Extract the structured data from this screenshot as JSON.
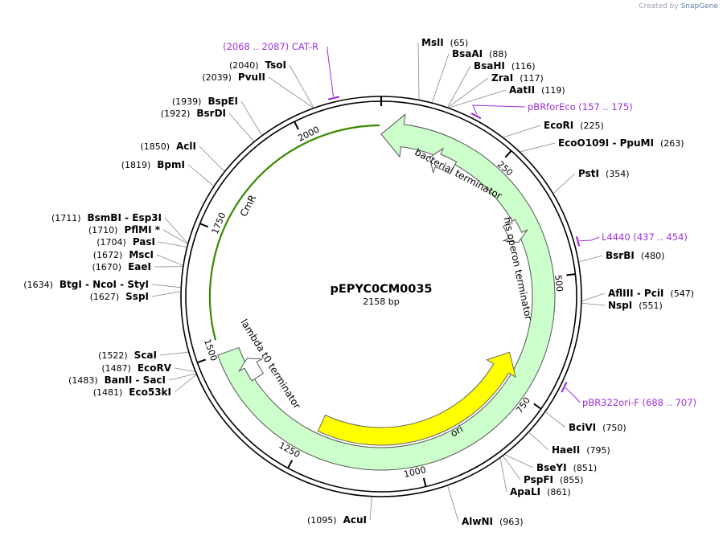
{
  "watermark": {
    "prefix": "Created by",
    "brand": "SnapGene"
  },
  "plasmid": {
    "name": "pEPYC0CM0035",
    "size_label": "2158 bp",
    "length": 2158
  },
  "colors": {
    "primer": "#9b30d9",
    "cmr_fill": "#ccffcc",
    "cmr_stroke": "#3a8a00",
    "ori_fill": "#ffff00",
    "terminator_fill": "#ffffff"
  },
  "ticks": [
    "250",
    "500",
    "750",
    "1000",
    "1250",
    "1500",
    "1750",
    "2000"
  ],
  "tick_values": [
    250,
    500,
    750,
    1000,
    1250,
    1500,
    1750,
    2000
  ],
  "features": [
    {
      "name": "CmR",
      "start": 0,
      "end": 1500,
      "type": "cds",
      "direction": "reverse"
    },
    {
      "name": "ori",
      "start": 680,
      "end": 1230,
      "type": "rep_origin",
      "direction": "reverse"
    },
    {
      "name": "bacterial terminator",
      "start": 115,
      "end": 175,
      "type": "terminator",
      "direction": "reverse"
    },
    {
      "name": "his operon terminator",
      "start": 360,
      "end": 410,
      "type": "terminator",
      "direction": "forward"
    },
    {
      "name": "lambda t0 terminator",
      "start": 1420,
      "end": 1470,
      "type": "terminator",
      "direction": "forward"
    }
  ],
  "primers": [
    {
      "name": "CAT-R",
      "range": "(2068 .. 2087)",
      "start": 2068,
      "end": 2087
    },
    {
      "name": "pBRforEco",
      "range": "(157 .. 175)",
      "start": 157,
      "end": 175
    },
    {
      "name": "L4440",
      "range": "(437 .. 454)",
      "start": 437,
      "end": 454
    },
    {
      "name": "pBR322ori-F",
      "range": "(688 .. 707)",
      "start": 688,
      "end": 707
    }
  ],
  "sites": [
    {
      "label": "MslI",
      "pos": "(65)",
      "at": 65
    },
    {
      "label": "BsaAI",
      "pos": "(88)",
      "at": 88
    },
    {
      "label": "BsaHI",
      "pos": "(116)",
      "at": 116
    },
    {
      "label": "ZraI",
      "pos": "(117)",
      "at": 117
    },
    {
      "label": "AatII",
      "pos": "(119)",
      "at": 119
    },
    {
      "label": "EcoRI",
      "pos": "(225)",
      "at": 225
    },
    {
      "label": "EcoO109I  - PpuMI",
      "pos": "(263)",
      "at": 263
    },
    {
      "label": "PstI",
      "pos": "(354)",
      "at": 354
    },
    {
      "label": "BsrBI",
      "pos": "(480)",
      "at": 480
    },
    {
      "label": "AflIII  - PciI",
      "pos": "(547)",
      "at": 547
    },
    {
      "label": "NspI",
      "pos": "(551)",
      "at": 551
    },
    {
      "label": "BciVI",
      "pos": "(750)",
      "at": 750
    },
    {
      "label": "HaeII",
      "pos": "(795)",
      "at": 795
    },
    {
      "label": "BseYI",
      "pos": "(851)",
      "at": 851
    },
    {
      "label": "PspFI",
      "pos": "(855)",
      "at": 855
    },
    {
      "label": "ApaLI",
      "pos": "(861)",
      "at": 861
    },
    {
      "label": "AlwNI",
      "pos": "(963)",
      "at": 963
    },
    {
      "label": "AcuI",
      "pos": "(1095)",
      "at": 1095
    },
    {
      "label": "Eco53kI",
      "pos": "(1481)",
      "at": 1481
    },
    {
      "label": "BanII  - SacI",
      "pos": "(1483)",
      "at": 1483
    },
    {
      "label": "EcoRV",
      "pos": "(1487)",
      "at": 1487
    },
    {
      "label": "ScaI",
      "pos": "(1522)",
      "at": 1522
    },
    {
      "label": "SspI",
      "pos": "(1627)",
      "at": 1627
    },
    {
      "label": "BtgI  - NcoI  - StyI",
      "pos": "(1634)",
      "at": 1634
    },
    {
      "label": "EaeI",
      "pos": "(1670)",
      "at": 1670
    },
    {
      "label": "MscI",
      "pos": "(1672)",
      "at": 1672
    },
    {
      "label": "PasI",
      "pos": "(1704)",
      "at": 1704
    },
    {
      "label": "PflMI *",
      "pos": "(1710)",
      "at": 1710
    },
    {
      "label": "BsmBI  - Esp3I",
      "pos": "(1711)",
      "at": 1711
    },
    {
      "label": "BpmI",
      "pos": "(1819)",
      "at": 1819
    },
    {
      "label": "AclI",
      "pos": "(1850)",
      "at": 1850
    },
    {
      "label": "BsrDI",
      "pos": "(1922)",
      "at": 1922
    },
    {
      "label": "BspEI",
      "pos": "(1939)",
      "at": 1939
    },
    {
      "label": "PvuII",
      "pos": "(2039)",
      "at": 2039
    },
    {
      "label": "TsoI",
      "pos": "(2040)",
      "at": 2040
    }
  ]
}
